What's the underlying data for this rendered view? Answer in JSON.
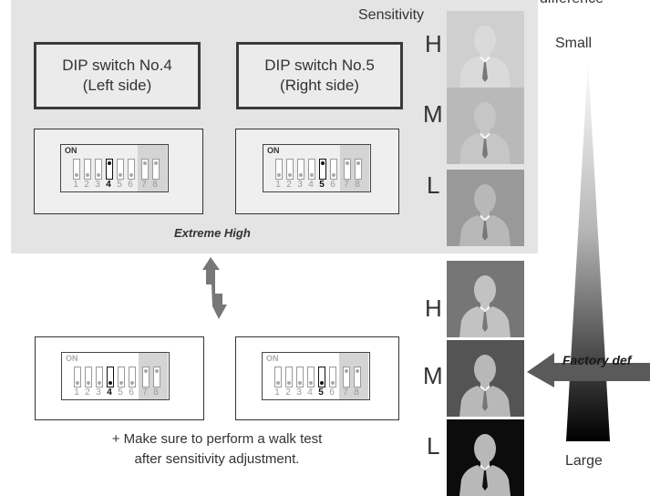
{
  "header": {
    "difference_label": "difference",
    "sensitivity_label": "Sensitivity"
  },
  "boxes": [
    {
      "title_line1": "DIP switch No.4",
      "title_line2": "(Left side)"
    },
    {
      "title_line1": "DIP switch No.5",
      "title_line2": "(Right side)"
    }
  ],
  "dip": {
    "on_label": "ON",
    "numbers": [
      "1",
      "2",
      "3",
      "4",
      "5",
      "6",
      "7",
      "8"
    ]
  },
  "mode_label": "Extreme High",
  "levels": [
    "H",
    "M",
    "L",
    "H",
    "M",
    "L"
  ],
  "scale": {
    "small": "Small",
    "large": "Large"
  },
  "factory_label": "Factory def",
  "note": {
    "line1": "+ Make sure to perform a walk test",
    "line2": "after sensitivity adjustment."
  },
  "colors": {
    "tiles": [
      "#cfcfcf",
      "#b9b9b9",
      "#999999",
      "#767676",
      "#545454",
      "#0c0c0c"
    ],
    "silhouettes": [
      "#dadada",
      "#c6c6c6",
      "#b8b8b8",
      "#c2c2c2",
      "#b8b8b8",
      "#b8b8b8"
    ]
  }
}
